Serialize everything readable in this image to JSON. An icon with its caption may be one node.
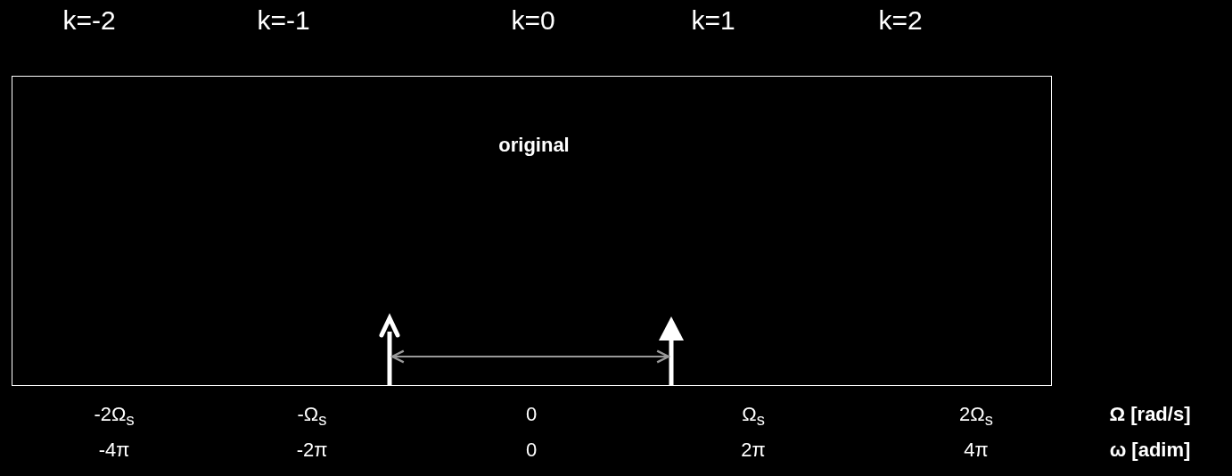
{
  "diagram": {
    "nodes": [
      {
        "text": [
          "original"
        ]
      }
    ],
    "labels": [
      "k=-2",
      "k=-1",
      "k=0",
      "k=1",
      "k=2",
      "-2Ω$_{s}$",
      "-Ω$_{s}$",
      "0",
      "Ω$_{s}$",
      "2Ω$_{s}$",
      "Ω [rad/s]",
      "-4π",
      "-2π",
      "0",
      "2π",
      "4π",
      "ω [adim]"
    ]
  }
}
